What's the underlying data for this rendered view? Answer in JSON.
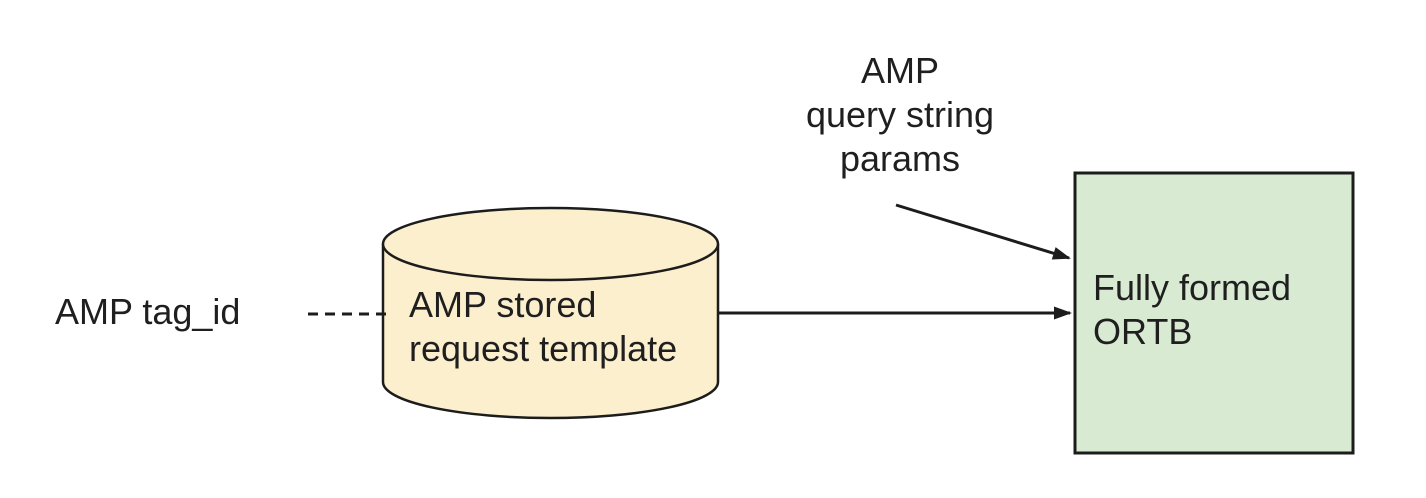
{
  "labels": {
    "tag_id": "AMP tag_id",
    "query_params": "AMP\nquery string\nparams",
    "stored_request": "AMP stored\nrequest template",
    "ortb": "Fully formed\nORTB"
  },
  "colors": {
    "cylinder_fill": "#FCEFCD",
    "box_fill": "#D9EAD3",
    "stroke": "#1C1C1C",
    "text": "#1F1F1F",
    "background": "#FFFFFF"
  }
}
